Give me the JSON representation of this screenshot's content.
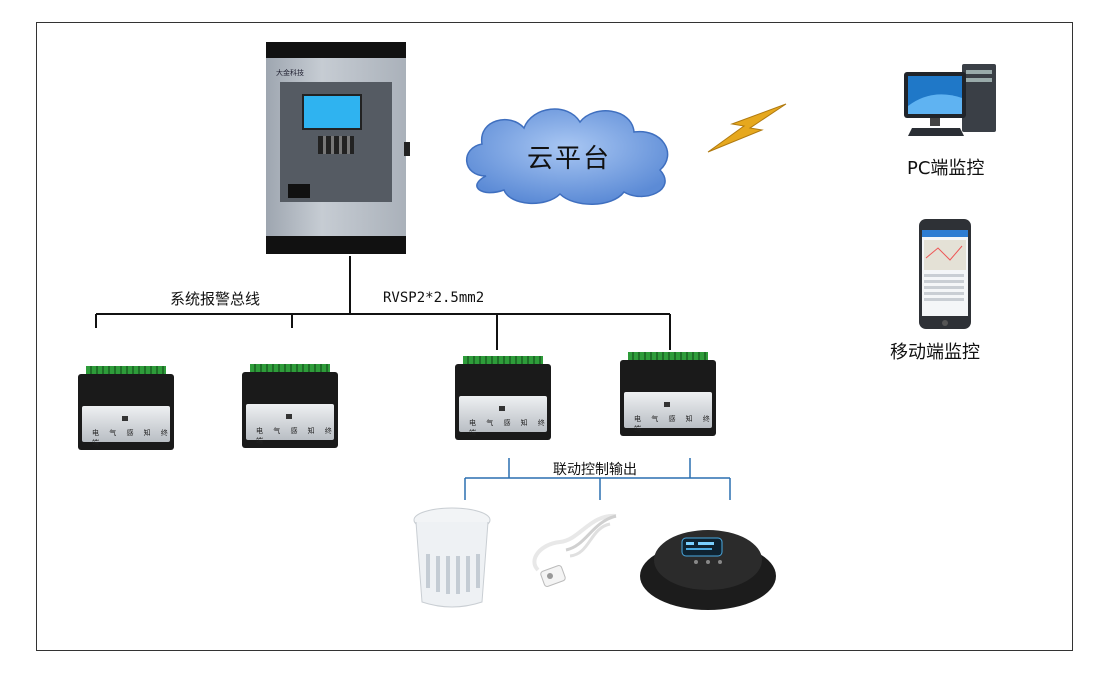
{
  "cloud": {
    "label": "云平台"
  },
  "controller": {
    "logo_text": "大金科技"
  },
  "bus": {
    "label": "系统报警总线",
    "cable_spec": "RVSP2*2.5mm2"
  },
  "modules": {
    "plate_label": "电 气 感 知 终 端",
    "count": 4
  },
  "linkage": {
    "label": "联动控制输出"
  },
  "monitors": {
    "pc_label": "PC端监控",
    "mobile_label": "移动端监控"
  },
  "colors": {
    "bus_line": "#111111",
    "linkage_line": "#2a6fb0",
    "cloud_fill": "#6e9be0",
    "lightning": "#e6a81e"
  }
}
